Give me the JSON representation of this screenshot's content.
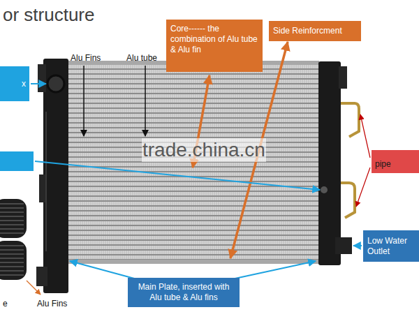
{
  "diagram": {
    "title": "or structure",
    "nodes": [
      {
        "text": [
          "Core------ the combination of Alu tube & Alu fin"
        ]
      },
      {
        "text": [
          "Side Reinforcment"
        ]
      },
      {
        "text": [
          "x"
        ]
      },
      {
        "text": [
          "pipe"
        ]
      },
      {
        "text": [
          "Low Water Outlet"
        ]
      },
      {
        "text": [
          "Main Plate, inserted with Alu tube & Alu fins"
        ]
      }
    ],
    "labels": [
      "Alu Fins",
      "Alu tube",
      "trade.china.cn",
      "Alu Fins",
      "e"
    ]
  }
}
